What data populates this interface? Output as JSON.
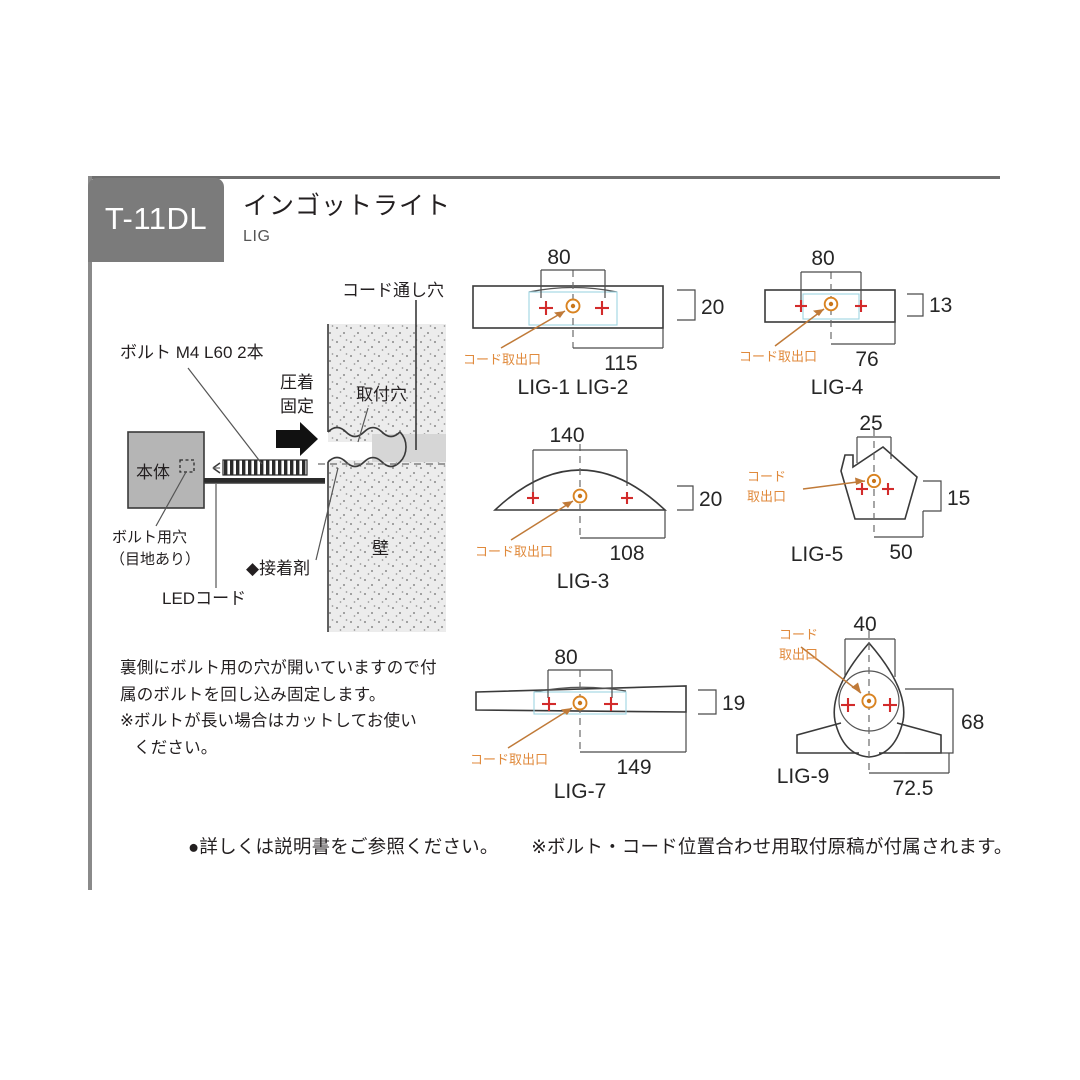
{
  "header": {
    "product_code": "T-11DL",
    "title_jp": "インゴットライト",
    "title_en": "LIG"
  },
  "install_diagram": {
    "labels": {
      "bolt": "ボルト M4 L60 2本",
      "body": "本体",
      "bolt_hole": "ボルト用穴",
      "bolt_hole_sub": "（目地あり）",
      "led_cord": "LEDコード",
      "adhesive": "◆接着剤",
      "press_fix_l1": "圧着",
      "press_fix_l2": "固定",
      "cord_through_hole": "コード通し穴",
      "mount_hole": "取付穴",
      "wall": "壁"
    }
  },
  "note": {
    "line1": "裏側にボルト用の穴が開いていますので付",
    "line2": "属のボルトを回し込み固定します。",
    "line3": "※ボルトが長い場合はカットしてお使い",
    "line4": "ください。"
  },
  "outlet_label": {
    "single": "コード取出口",
    "line1": "コード",
    "line2": "取出口"
  },
  "products": [
    {
      "id": "lig12",
      "name": "LIG-1  LIG-2",
      "shape": "bar",
      "dim_top": "80",
      "dim_bottom": "115",
      "dim_side": "20"
    },
    {
      "id": "lig4",
      "name": "LIG-4",
      "shape": "bar",
      "dim_top": "80",
      "dim_bottom": "76",
      "dim_side": "13"
    },
    {
      "id": "lig3",
      "name": "LIG-3",
      "shape": "dome",
      "dim_top": "140",
      "dim_bottom": "108",
      "dim_side": "20"
    },
    {
      "id": "lig5",
      "name": "LIG-5",
      "shape": "pentagon",
      "dim_top": "25",
      "dim_bottom": "50",
      "dim_side": "15"
    },
    {
      "id": "lig7",
      "name": "LIG-7",
      "shape": "taper-bar",
      "dim_top": "80",
      "dim_bottom": "149",
      "dim_side": "19"
    },
    {
      "id": "lig9",
      "name": "LIG-9",
      "shape": "leaf",
      "dim_top": "40",
      "dim_bottom": "72.5",
      "dim_side": "68"
    }
  ],
  "footer": {
    "left": "●詳しくは説明書をご参照ください。",
    "right": "※ボルト・コード位置合わせ用取付原稿が付属されます。"
  },
  "colors": {
    "tab_gray": "#7b7b7b",
    "line": "#3a3a3a",
    "cross_red": "#d22b2b",
    "outlet_orange": "#d98321",
    "wall_gray": "#e8e8e8"
  }
}
